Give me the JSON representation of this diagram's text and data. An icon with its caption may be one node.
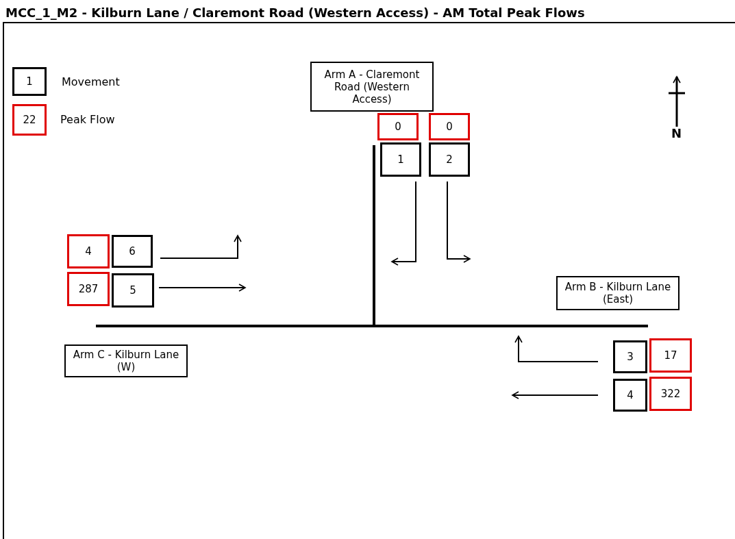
{
  "diagram": {
    "title": "MCC_1_M2 - Kilburn Lane / Claremont Road (Western Access) - AM Total Peak Flows",
    "nodes": [
      {
        "text": [
          "Arm A - Claremont Road (Western Access)"
        ]
      },
      {
        "text": [
          "0"
        ]
      },
      {
        "text": [
          "0"
        ]
      },
      {
        "text": [
          "1"
        ]
      },
      {
        "text": [
          "2"
        ]
      },
      {
        "text": [
          "4"
        ]
      },
      {
        "text": [
          "6"
        ]
      },
      {
        "text": [
          "287"
        ]
      },
      {
        "text": [
          "5"
        ]
      },
      {
        "text": [
          "Arm B - Kilburn Lane (East)"
        ]
      },
      {
        "text": [
          "Arm C - Kilburn Lane (W)"
        ]
      },
      {
        "text": [
          "3"
        ]
      },
      {
        "text": [
          "17"
        ]
      },
      {
        "text": [
          "4"
        ]
      },
      {
        "text": [
          "322"
        ]
      }
    ],
    "labels": [
      "1",
      "22",
      "N"
    ],
    "legend": [
      {
        "text": "Movement"
      },
      {
        "text": "Peak Flow"
      }
    ]
  }
}
